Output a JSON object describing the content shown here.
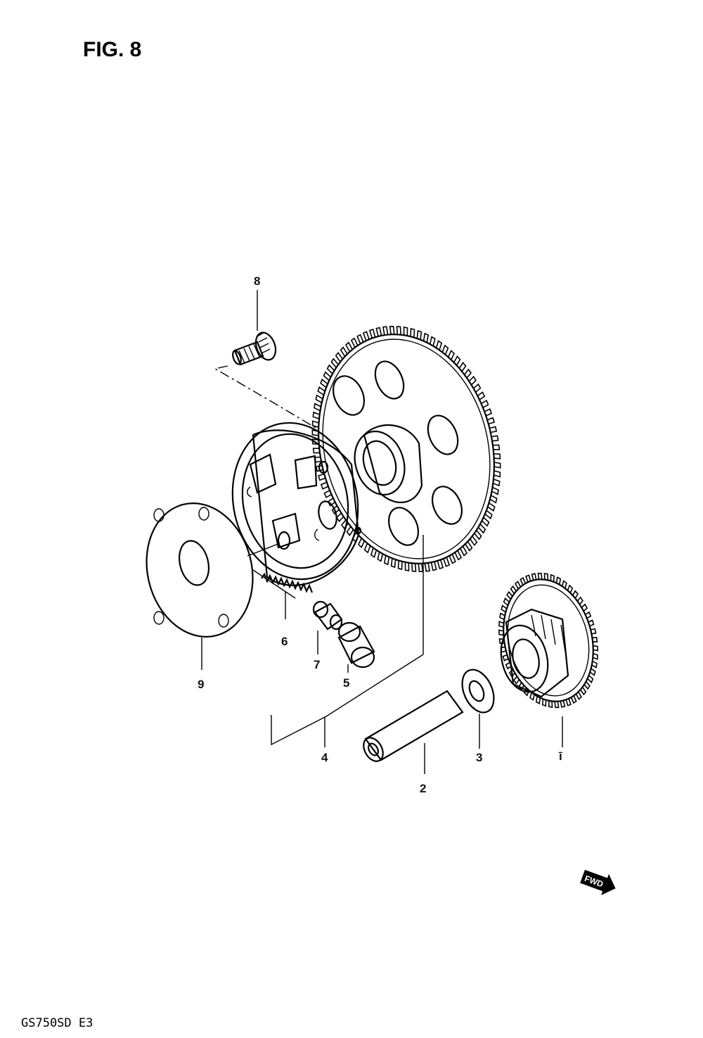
{
  "figure": {
    "title": "FIG. 8",
    "model_code": "GS750SD E3",
    "fwd_tag": "FWD"
  },
  "parts": [
    {
      "no": "1",
      "label": "ī"
    },
    {
      "no": "2",
      "label": "2"
    },
    {
      "no": "3",
      "label": "3"
    },
    {
      "no": "4",
      "label": "4"
    },
    {
      "no": "5",
      "label": "5"
    },
    {
      "no": "6",
      "label": "6"
    },
    {
      "no": "7",
      "label": "7"
    },
    {
      "no": "8",
      "label": "8"
    },
    {
      "no": "9",
      "label": "9"
    }
  ],
  "colors": {
    "ink": "#000000",
    "paper": "#ffffff"
  }
}
